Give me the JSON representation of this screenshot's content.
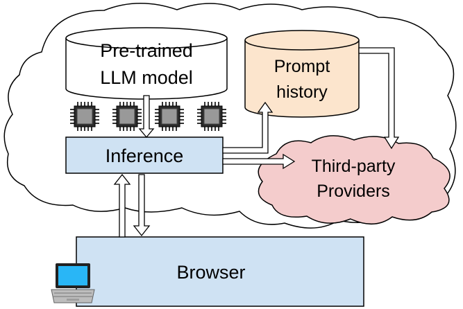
{
  "llm_model": {
    "line1": "Pre-trained",
    "line2": "LLM model"
  },
  "prompt_history": {
    "line1": "Prompt",
    "line2": "history"
  },
  "inference": {
    "label": "Inference"
  },
  "third_party": {
    "line1": "Third-party",
    "line2": "Providers"
  },
  "browser": {
    "label": "Browser"
  },
  "colors": {
    "cloud_fill": "#ffffff",
    "outline": "#000000",
    "inference_fill": "#cfe2f3",
    "browser_fill": "#cfe2f3",
    "prompt_history_fill": "#fce5cd",
    "third_party_fill": "#f4cccc",
    "chip_fill": "#999999",
    "laptop_screen": "#29b6f6"
  },
  "icons": {
    "chips": [
      "processor-chip-icon",
      "processor-chip-icon",
      "processor-chip-icon",
      "processor-chip-icon"
    ],
    "laptop": "laptop-icon"
  }
}
